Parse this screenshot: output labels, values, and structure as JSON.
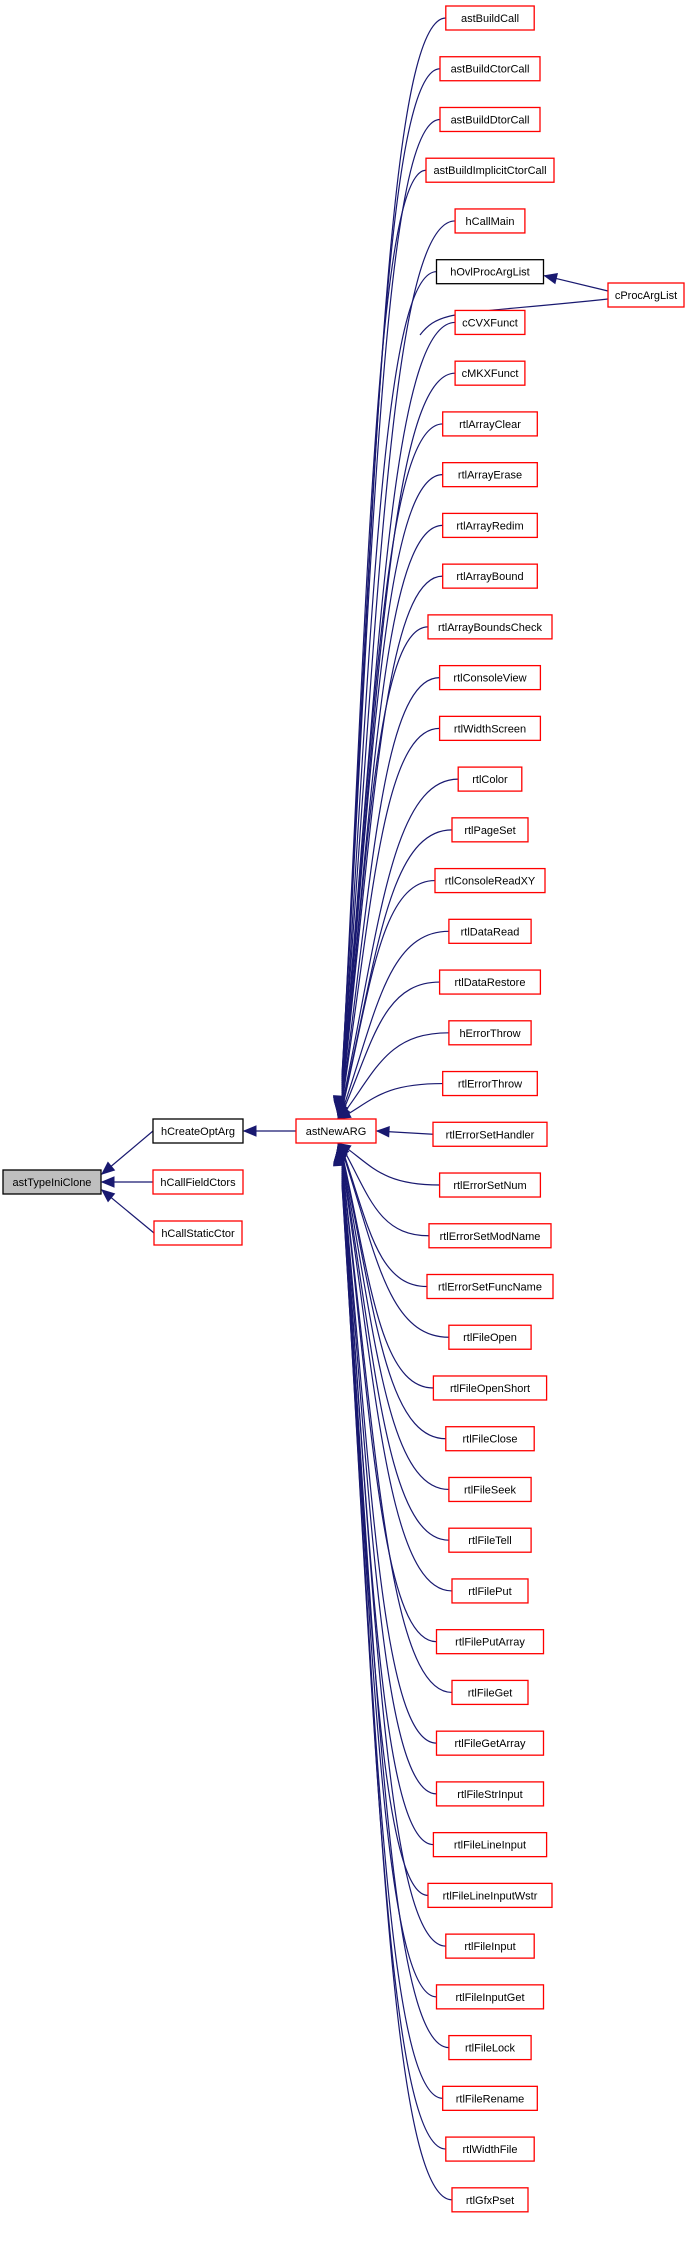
{
  "colors": {
    "edge": "#191970",
    "border_link": "#ff0000",
    "border_plain": "#000000",
    "focus_fill": "#bfbfbf"
  },
  "nodes": {
    "root": {
      "label": "astTypeIniClone",
      "style": "focus"
    },
    "mid": [
      {
        "label": "hCreateOptArg",
        "style": "plain"
      },
      {
        "label": "hCallFieldCtors",
        "style": "link"
      },
      {
        "label": "hCallStaticCtor",
        "style": "link"
      }
    ],
    "hub": {
      "label": "astNewARG",
      "style": "link"
    },
    "callers": [
      {
        "label": "astBuildCall",
        "style": "link"
      },
      {
        "label": "astBuildCtorCall",
        "style": "link"
      },
      {
        "label": "astBuildDtorCall",
        "style": "link"
      },
      {
        "label": "astBuildImplicitCtorCall",
        "style": "link"
      },
      {
        "label": "hCallMain",
        "style": "link"
      },
      {
        "label": "hOvlProcArgList",
        "style": "plain"
      },
      {
        "label": "cCVXFunct",
        "style": "link"
      },
      {
        "label": "cMKXFunct",
        "style": "link"
      },
      {
        "label": "rtlArrayClear",
        "style": "link"
      },
      {
        "label": "rtlArrayErase",
        "style": "link"
      },
      {
        "label": "rtlArrayRedim",
        "style": "link"
      },
      {
        "label": "rtlArrayBound",
        "style": "link"
      },
      {
        "label": "rtlArrayBoundsCheck",
        "style": "link"
      },
      {
        "label": "rtlConsoleView",
        "style": "link"
      },
      {
        "label": "rtlWidthScreen",
        "style": "link"
      },
      {
        "label": "rtlColor",
        "style": "link"
      },
      {
        "label": "rtlPageSet",
        "style": "link"
      },
      {
        "label": "rtlConsoleReadXY",
        "style": "link"
      },
      {
        "label": "rtlDataRead",
        "style": "link"
      },
      {
        "label": "rtlDataRestore",
        "style": "link"
      },
      {
        "label": "hErrorThrow",
        "style": "link"
      },
      {
        "label": "rtlErrorThrow",
        "style": "link"
      },
      {
        "label": "rtlErrorSetHandler",
        "style": "link"
      },
      {
        "label": "rtlErrorSetNum",
        "style": "link"
      },
      {
        "label": "rtlErrorSetModName",
        "style": "link"
      },
      {
        "label": "rtlErrorSetFuncName",
        "style": "link"
      },
      {
        "label": "rtlFileOpen",
        "style": "link"
      },
      {
        "label": "rtlFileOpenShort",
        "style": "link"
      },
      {
        "label": "rtlFileClose",
        "style": "link"
      },
      {
        "label": "rtlFileSeek",
        "style": "link"
      },
      {
        "label": "rtlFileTell",
        "style": "link"
      },
      {
        "label": "rtlFilePut",
        "style": "link"
      },
      {
        "label": "rtlFilePutArray",
        "style": "link"
      },
      {
        "label": "rtlFileGet",
        "style": "link"
      },
      {
        "label": "rtlFileGetArray",
        "style": "link"
      },
      {
        "label": "rtlFileStrInput",
        "style": "link"
      },
      {
        "label": "rtlFileLineInput",
        "style": "link"
      },
      {
        "label": "rtlFileLineInputWstr",
        "style": "link"
      },
      {
        "label": "rtlFileInput",
        "style": "link"
      },
      {
        "label": "rtlFileInputGet",
        "style": "link"
      },
      {
        "label": "rtlFileLock",
        "style": "link"
      },
      {
        "label": "rtlFileRename",
        "style": "link"
      },
      {
        "label": "rtlWidthFile",
        "style": "link"
      },
      {
        "label": "rtlGfxPset",
        "style": "link"
      }
    ],
    "extra": {
      "label": "cProcArgList",
      "style": "link"
    }
  }
}
